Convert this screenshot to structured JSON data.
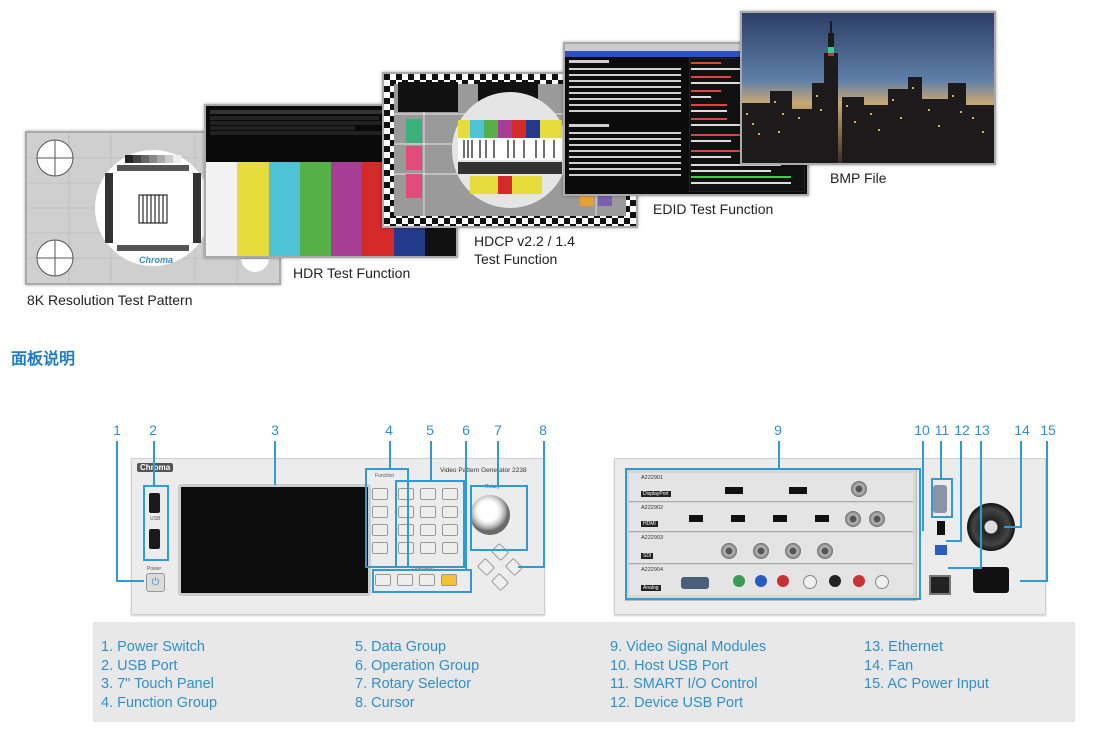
{
  "showcase": {
    "captions": [
      "8K Resolution Test Pattern",
      "HDR Test Function",
      "HDCP v2.2 / 1.4",
      "Test Function",
      "EDID Test Function",
      "BMP File"
    ],
    "chroma_logo_text": "Chroma"
  },
  "section_title": "面板说明",
  "device": {
    "model_text": "Video Pattern Generator 2238",
    "front_labels": {
      "power": "Power",
      "usb": "USB",
      "function": "Function",
      "operation": "Operation",
      "rotary": "Rotary"
    },
    "rear_modules": [
      "A222901",
      "A222902",
      "A222903",
      "A222904"
    ],
    "rear_module_names": [
      "DisplayPort",
      "HDMI",
      "SDI",
      "Analog"
    ]
  },
  "callouts": [
    "1",
    "2",
    "3",
    "4",
    "5",
    "6",
    "7",
    "8",
    "9",
    "10",
    "11",
    "12",
    "13",
    "14",
    "15"
  ],
  "legend": [
    [
      "1.  Power Switch",
      "2.  USB Port",
      "3.  7\" Touch Panel",
      "4.  Function Group"
    ],
    [
      "5.  Data Group",
      "6.  Operation Group",
      "7.  Rotary Selector",
      "8.  Cursor"
    ],
    [
      "9.  Video Signal Modules",
      "10. Host  USB Port",
      "11. SMART I/O Control",
      "12. Device USB Port"
    ],
    [
      "13. Ethernet",
      "14. Fan",
      "15. AC Power Input"
    ]
  ],
  "colors": {
    "accent": "#2f8fd0",
    "callout_line": "#2f9ad6",
    "panel_bg": "#e8e8e8"
  }
}
